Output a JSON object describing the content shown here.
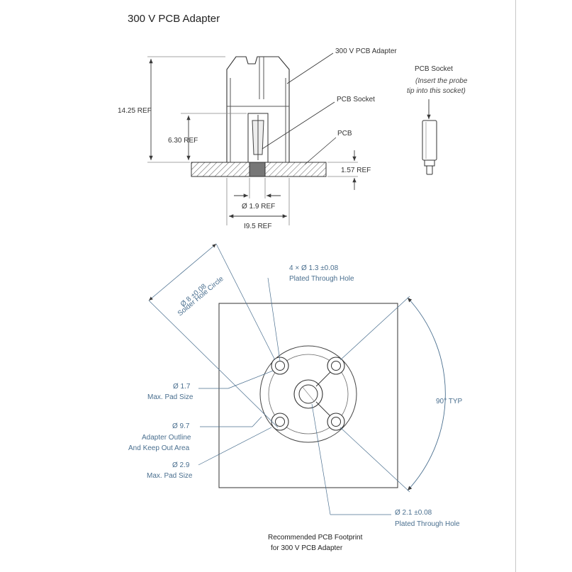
{
  "title": "300 V PCB Adapter",
  "side_view": {
    "adapter_label": "300 V PCB Adapter",
    "socket_label": "PCB Socket",
    "pcb_label": "PCB",
    "dim_total": "14.25 REF",
    "dim_socket": "6.30 REF",
    "dim_pcb": "1.57 REF",
    "dim_hole": "Ø 1.9 REF",
    "dim_overlap": "I9.5 REF"
  },
  "socket_detail": {
    "title": "PCB Socket",
    "note_line1": "(Insert the probe",
    "note_line2": "tip into this socket)"
  },
  "footprint": {
    "solder_circle_dim": "Ø 8 ±0.08",
    "solder_circle_label": "Solder Hole Circle",
    "thru_hole_dim": "4 × Ø 1.3 ±0.08",
    "thru_hole_label": "Plated Through Hole",
    "angle_label": "90° TYP",
    "pad_small_dim": "Ø 1.7",
    "pad_small_label": "Max. Pad Size",
    "outline_dim": "Ø  9.7",
    "outline_label1": "Adapter Outline",
    "outline_label2": "And Keep Out Area",
    "pad_large_dim": "Ø  2.9",
    "pad_large_label": "Max. Pad Size",
    "center_hole_dim": "Ø 2.1 ±0.08",
    "center_hole_label": "Plated Through Hole",
    "caption1": "Recommended PCB Footprint",
    "caption2": "for 300 V PCB Adapter"
  }
}
